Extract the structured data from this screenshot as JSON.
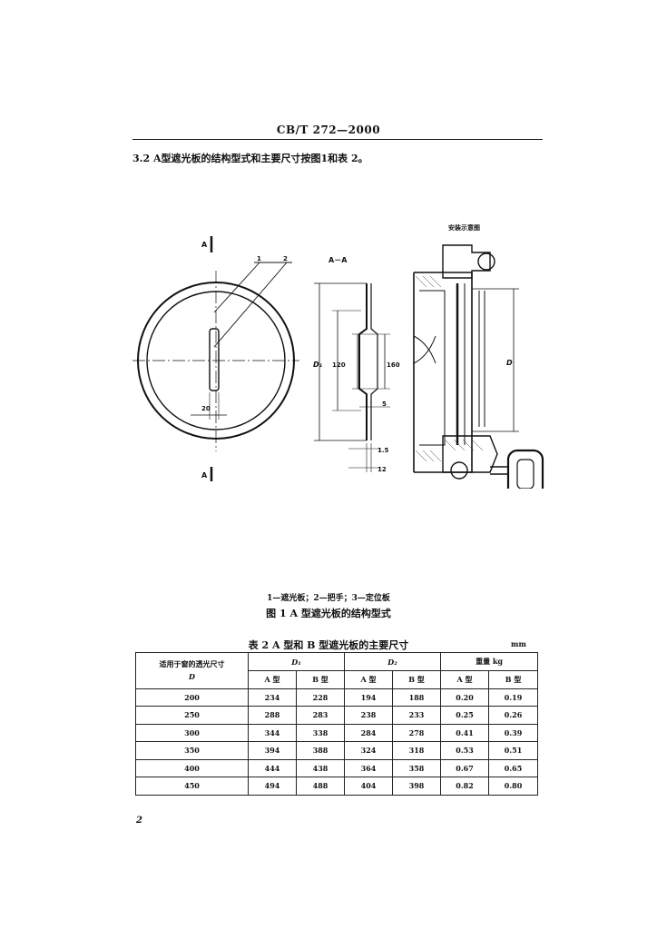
{
  "header": {
    "standard_no": "CB/T  272—2000"
  },
  "section": {
    "text": "3.2  A型遮光板的结构型式和主要尺寸按图1和表 2。"
  },
  "figure": {
    "label_A_top": "A",
    "label_A_bottom": "A",
    "leader_1": "1",
    "leader_2": "2",
    "dim_20": "20",
    "section_label": "A－A",
    "dim_D1": "D₁",
    "dim_120": "120",
    "dim_160": "160",
    "dim_5": "5",
    "dim_1_5": "1.5",
    "dim_12": "12",
    "install_label": "安装示意图",
    "dim_D": "D",
    "legend": "1—遮光板；2—把手；3—定位板",
    "title": "图 1   A 型遮光板的结构型式"
  },
  "table": {
    "caption": "表 2   A 型和 B 型遮光板的主要尺寸",
    "unit": "mm",
    "col_window": "适用于窗的透光尺寸",
    "col_window_sym": "D",
    "col_D1": "D₁",
    "col_D2": "D₂",
    "col_weight": "重量  kg",
    "sub": [
      "A 型",
      "B 型",
      "A 型",
      "B 型",
      "A 型",
      "B 型"
    ],
    "rows": [
      [
        "200",
        "234",
        "228",
        "194",
        "188",
        "0.20",
        "0.19"
      ],
      [
        "250",
        "288",
        "283",
        "238",
        "233",
        "0.25",
        "0.26"
      ],
      [
        "300",
        "344",
        "338",
        "284",
        "278",
        "0.41",
        "0.39"
      ],
      [
        "350",
        "394",
        "388",
        "324",
        "318",
        "0.53",
        "0.51"
      ],
      [
        "400",
        "444",
        "438",
        "364",
        "358",
        "0.67",
        "0.65"
      ],
      [
        "450",
        "494",
        "488",
        "404",
        "398",
        "0.82",
        "0.80"
      ]
    ]
  },
  "page_number": "2"
}
